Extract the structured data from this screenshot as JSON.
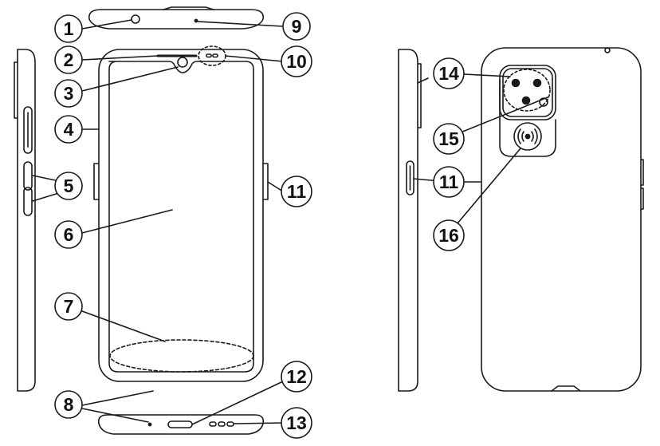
{
  "diagram": {
    "stroke_color": "#1a1a1a",
    "callouts": [
      {
        "id": "c1",
        "label": "1"
      },
      {
        "id": "c2",
        "label": "2"
      },
      {
        "id": "c3",
        "label": "3"
      },
      {
        "id": "c4",
        "label": "4"
      },
      {
        "id": "c5",
        "label": "5"
      },
      {
        "id": "c6",
        "label": "6"
      },
      {
        "id": "c7",
        "label": "7"
      },
      {
        "id": "c8",
        "label": "8"
      },
      {
        "id": "c9",
        "label": "9"
      },
      {
        "id": "c10",
        "label": "10"
      },
      {
        "id": "c11a",
        "label": "11"
      },
      {
        "id": "c11b",
        "label": "11"
      },
      {
        "id": "c12",
        "label": "12"
      },
      {
        "id": "c13",
        "label": "13"
      },
      {
        "id": "c14",
        "label": "14"
      },
      {
        "id": "c15",
        "label": "15"
      },
      {
        "id": "c16",
        "label": "16"
      }
    ],
    "icons": {
      "nfc": "nfc-icon",
      "camera": "camera-lens-icon",
      "flash": "flash-icon"
    }
  }
}
